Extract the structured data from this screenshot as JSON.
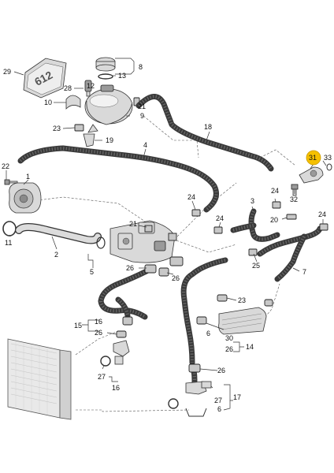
{
  "callouts": [
    {
      "id": "c1",
      "text": "1"
    },
    {
      "id": "c2",
      "text": "2"
    },
    {
      "id": "c3",
      "text": "3"
    },
    {
      "id": "c4",
      "text": "4"
    },
    {
      "id": "c5",
      "text": "5"
    },
    {
      "id": "c6a",
      "text": "6"
    },
    {
      "id": "c6b",
      "text": "6"
    },
    {
      "id": "c7",
      "text": "7"
    },
    {
      "id": "c8",
      "text": "8"
    },
    {
      "id": "c9",
      "text": "9"
    },
    {
      "id": "c10",
      "text": "10"
    },
    {
      "id": "c11",
      "text": "11"
    },
    {
      "id": "c12",
      "text": "12"
    },
    {
      "id": "c13",
      "text": "13"
    },
    {
      "id": "c14",
      "text": "14"
    },
    {
      "id": "c15",
      "text": "15"
    },
    {
      "id": "c16a",
      "text": "16"
    },
    {
      "id": "c16b",
      "text": "16"
    },
    {
      "id": "c17",
      "text": "17"
    },
    {
      "id": "c18",
      "text": "18"
    },
    {
      "id": "c19",
      "text": "19"
    },
    {
      "id": "c20",
      "text": "20"
    },
    {
      "id": "c21a",
      "text": "21"
    },
    {
      "id": "c21b",
      "text": "21"
    },
    {
      "id": "c22",
      "text": "22"
    },
    {
      "id": "c23a",
      "text": "23"
    },
    {
      "id": "c23b",
      "text": "23"
    },
    {
      "id": "c24a",
      "text": "24"
    },
    {
      "id": "c24b",
      "text": "24"
    },
    {
      "id": "c24c",
      "text": "24"
    },
    {
      "id": "c24d",
      "text": "24"
    },
    {
      "id": "c25",
      "text": "25"
    },
    {
      "id": "c26a",
      "text": "26"
    },
    {
      "id": "c26b",
      "text": "26"
    },
    {
      "id": "c26c",
      "text": "26"
    },
    {
      "id": "c26d",
      "text": "26"
    },
    {
      "id": "c26e",
      "text": "26"
    },
    {
      "id": "c27a",
      "text": "27"
    },
    {
      "id": "c27b",
      "text": "27"
    },
    {
      "id": "c28",
      "text": "28"
    },
    {
      "id": "c29",
      "text": "29"
    },
    {
      "id": "c30",
      "text": "30"
    },
    {
      "id": "c31",
      "text": "31"
    },
    {
      "id": "c32",
      "text": "32"
    },
    {
      "id": "c33",
      "text": "33"
    }
  ],
  "part_29_label": "612",
  "highlight": {
    "callout": "31",
    "color": "#f5c000"
  }
}
